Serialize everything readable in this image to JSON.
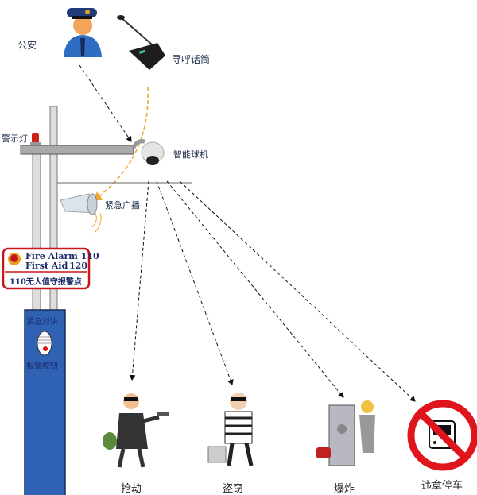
{
  "labels": {
    "police": "公安",
    "paging_mic": "寻呼话筒",
    "warning_light": "警示灯",
    "smart_dome_camera": "智能球机",
    "emergency_broadcast": "紧急广播",
    "intercom": "紧急对讲",
    "alarm_button": "报警按钮"
  },
  "sign": {
    "line1_label": "Fire Alarm",
    "line1_number": "110",
    "line2_label": "First Aid",
    "line2_number": "120",
    "caption": "110无人值守报警点"
  },
  "events": [
    {
      "label": "抢劫",
      "icon": "robber-icon"
    },
    {
      "label": "盗窃",
      "icon": "thief-icon"
    },
    {
      "label": "爆炸",
      "icon": "explosion-icon"
    },
    {
      "label": "违章停车",
      "icon": "no-parking-bus-icon"
    }
  ],
  "colors": {
    "pole_box": "#2f62b3",
    "sign_border": "#c8161d",
    "broadcast_path": "#f0a830"
  }
}
